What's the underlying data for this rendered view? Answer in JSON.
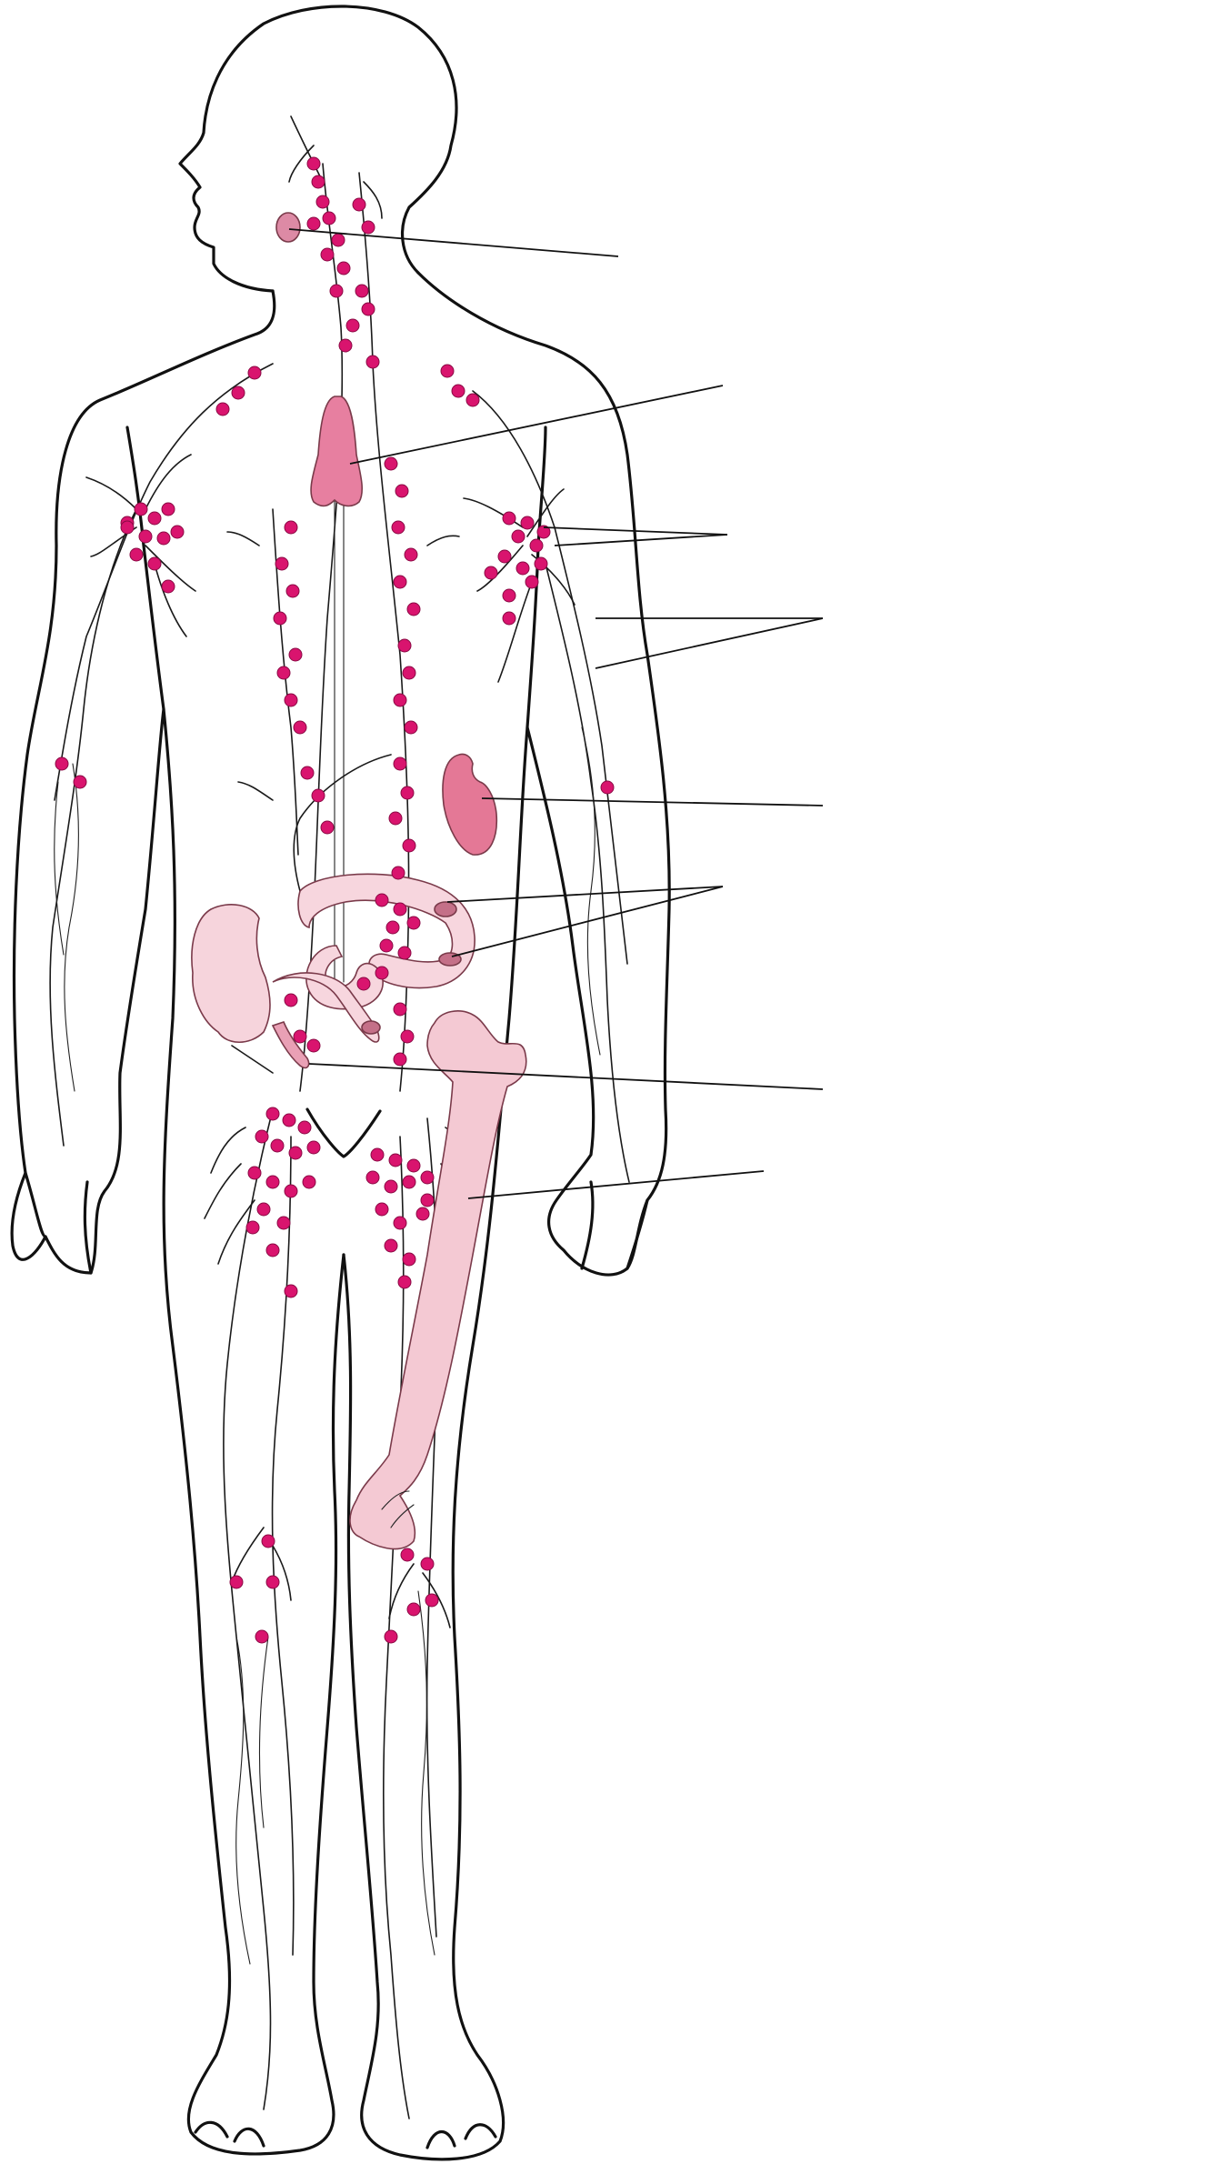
{
  "colors": {
    "node": "#d9146e",
    "thymus": "#e77fa0",
    "tonsil": "#dd8aa5",
    "spleen": "#e47896",
    "intestine": "#f7d6de",
    "bone": "#f4c9d3",
    "appendix": "#e9a0b5",
    "outline": "#111111"
  },
  "structures": [
    {
      "id": "tonsil",
      "icon": "tonsil-shape"
    },
    {
      "id": "thymus",
      "icon": "thymus-shape"
    },
    {
      "id": "axillary-lymph-nodes",
      "icon": "node-cluster"
    },
    {
      "id": "lymphatic-vessels",
      "icon": "vessel-lines"
    },
    {
      "id": "spleen",
      "icon": "spleen-shape"
    },
    {
      "id": "peyer-patches",
      "icon": "intestine-shape"
    },
    {
      "id": "appendix",
      "icon": "appendix-shape"
    },
    {
      "id": "bone-marrow",
      "icon": "femur-shape"
    }
  ],
  "labels": []
}
